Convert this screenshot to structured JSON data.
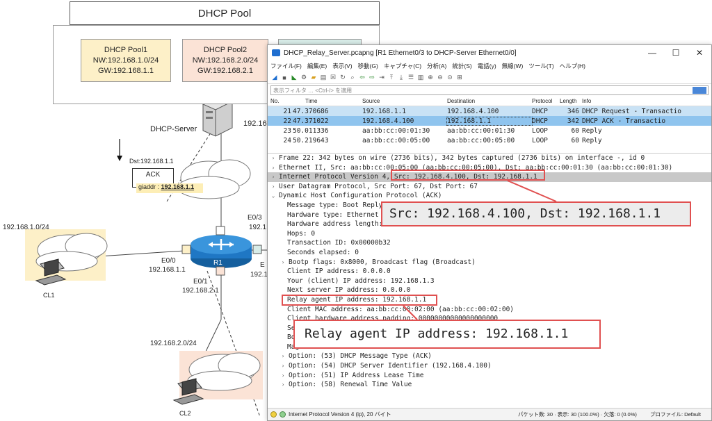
{
  "diagram": {
    "pool_title": "DHCP Pool",
    "pool1": {
      "name": "DHCP Pool1",
      "nw": "NW:192.168.1.0/24",
      "gw": "GW:192.168.1.1",
      "color": "#fdf0c8"
    },
    "pool2": {
      "name": "DHCP Pool2",
      "nw": "NW:192.168.2.0/24",
      "gw": "GW:192.168.2.1",
      "color": "#fbe3d6"
    },
    "pool3_color": "#d8ece8",
    "server_label": "DHCP-Server",
    "server_ip_partial": "192.16",
    "dst_label": "Dst:192.168.1.1",
    "ack_label": "ACK",
    "giaddr_label": "giaddr : ",
    "giaddr_value": "192.168.1.1",
    "net1": "192.168.1.0/24",
    "net2": "192.168.2.0/24",
    "router_name": "R1",
    "e00": "E0/0",
    "e00_ip": "192.168.1.1",
    "e01": "E0/1",
    "e01_ip": "192.168.2.1",
    "e03": "E0/3",
    "e0x_partial": "E",
    "ip_partial": "192.1",
    "cl1": "CL1",
    "cl2": "CL2"
  },
  "wireshark": {
    "title": "DHCP_Relay_Server.pcapng [R1 Ethernet0/3 to DHCP-Server Ethernet0/0]",
    "win_minimize": "—",
    "win_maximize": "☐",
    "win_close": "✕",
    "menu": [
      "ファイル(F)",
      "編集(E)",
      "表示(V)",
      "移動(G)",
      "キャプチャ(C)",
      "分析(A)",
      "統計(S)",
      "電話(y)",
      "無線(W)",
      "ツール(T)",
      "ヘルプ(H)"
    ],
    "filter_placeholder": "表示フィルタ … <Ctrl-/> を適用",
    "columns": {
      "no": "No.",
      "time": "Time",
      "source": "Source",
      "destination": "Destination",
      "protocol": "Protocol",
      "length": "Length",
      "info": "Info"
    },
    "packets": [
      {
        "no": "21",
        "time": "47.370686",
        "src": "192.168.1.1",
        "dst": "192.168.4.100",
        "proto": "DHCP",
        "len": "346",
        "info": "DHCP Request  - Transactio"
      },
      {
        "no": "22",
        "time": "47.371022",
        "src": "192.168.4.100",
        "dst": "192.168.1.1",
        "proto": "DHCP",
        "len": "342",
        "info": "DHCP ACK     - Transactio"
      },
      {
        "no": "23",
        "time": "50.011336",
        "src": "aa:bb:cc:00:01:30",
        "dst": "aa:bb:cc:00:01:30",
        "proto": "LOOP",
        "len": "60",
        "info": "Reply"
      },
      {
        "no": "24",
        "time": "50.219643",
        "src": "aa:bb:cc:00:05:00",
        "dst": "aa:bb:cc:00:05:00",
        "proto": "LOOP",
        "len": "60",
        "info": "Reply"
      }
    ],
    "details": [
      {
        "arrow": "›",
        "indent": false,
        "text": "Frame 22: 342 bytes on wire (2736 bits), 342 bytes captured (2736 bits) on interface -, id 0"
      },
      {
        "arrow": "›",
        "indent": false,
        "text": "Ethernet II, Src: aa:bb:cc:00:05:00 (aa:bb:cc:00:05:00), Dst: aa:bb:cc:00:01:30 (aa:bb:cc:00:01:30)"
      },
      {
        "arrow": "›",
        "indent": false,
        "text": "Internet Protocol Version 4, Src: 192.168.4.100, Dst: 192.168.1.1",
        "hl": true
      },
      {
        "arrow": "›",
        "indent": false,
        "text": "User Datagram Protocol, Src Port: 67, Dst Port: 67"
      },
      {
        "arrow": "⌄",
        "indent": false,
        "text": "Dynamic Host Configuration Protocol (ACK)"
      },
      {
        "arrow": "",
        "indent": true,
        "text": "Message type: Boot Reply (2)"
      },
      {
        "arrow": "",
        "indent": true,
        "text": "Hardware type: Ethernet (0x01)"
      },
      {
        "arrow": "",
        "indent": true,
        "text": "Hardware address length: 6"
      },
      {
        "arrow": "",
        "indent": true,
        "text": "Hops: 0"
      },
      {
        "arrow": "",
        "indent": true,
        "text": "Transaction ID: 0x00000b32"
      },
      {
        "arrow": "",
        "indent": true,
        "text": "Seconds elapsed: 0"
      },
      {
        "arrow": "›",
        "indent": false,
        "text": "Bootp flags: 0x8000, Broadcast flag (Broadcast)",
        "subindent": true
      },
      {
        "arrow": "",
        "indent": true,
        "text": "Client IP address: 0.0.0.0"
      },
      {
        "arrow": "",
        "indent": true,
        "text": "Your (client) IP address: 192.168.1.3"
      },
      {
        "arrow": "",
        "indent": true,
        "text": "Next server IP address: 0.0.0.0"
      },
      {
        "arrow": "",
        "indent": true,
        "text": "Relay agent IP address: 192.168.1.1"
      },
      {
        "arrow": "",
        "indent": true,
        "text": "Client MAC address: aa:bb:cc:00:02:00 (aa:bb:cc:00:02:00)"
      },
      {
        "arrow": "",
        "indent": true,
        "text": "Client hardware address padding: 00000000000000000000"
      },
      {
        "arrow": "",
        "indent": true,
        "text": "Server host name not given"
      },
      {
        "arrow": "",
        "indent": true,
        "text": "Boot file name not given"
      },
      {
        "arrow": "",
        "indent": true,
        "text": "Magic cookie: DHCP"
      },
      {
        "arrow": "›",
        "indent": false,
        "text": "Option: (53) DHCP Message Type (ACK)",
        "subindent": true
      },
      {
        "arrow": "›",
        "indent": false,
        "text": "Option: (54) DHCP Server Identifier (192.168.4.100)",
        "subindent": true
      },
      {
        "arrow": "›",
        "indent": false,
        "text": "Option: (51) IP Address Lease Time",
        "subindent": true
      },
      {
        "arrow": "›",
        "indent": false,
        "text": "Option: (58) Renewal Time Value",
        "subindent": true
      }
    ],
    "status_text": "Internet Protocol Version 4 (ip), 20 バイト",
    "status_packets": "パケット数: 30 · 表示: 30 (100.0%) · 欠落: 0 (0.0%)",
    "status_profile": "プロファイル: Default"
  },
  "callouts": {
    "ip_zoom": "Src: 192.168.4.100, Dst: 192.168.1.1",
    "relay_zoom": "Relay agent IP address: 192.168.1.1"
  },
  "colors": {
    "accent_red": "#e05050",
    "selected_row": "#8fc4ee",
    "related_row": "#c9e2f5",
    "router_blue": "#1f77c4"
  }
}
